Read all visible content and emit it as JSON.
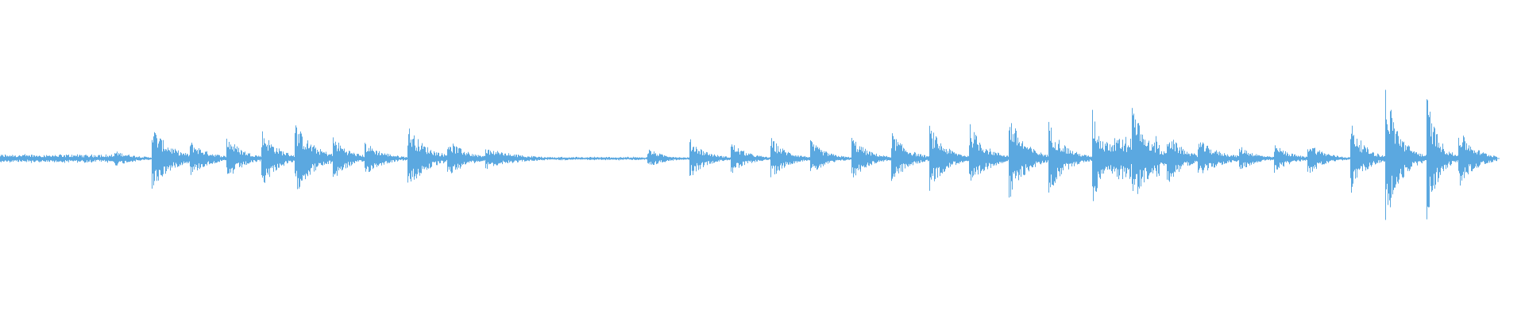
{
  "waveform": {
    "color": "#5ba8e0",
    "background": "#ffffff",
    "duration_fraction": 0.982,
    "floor": 0.008,
    "onsets": [
      {
        "t": 0.075,
        "a": 0.05,
        "d": 0.04
      },
      {
        "t": 0.099,
        "a": 0.22,
        "d": 0.035
      },
      {
        "t": 0.124,
        "a": 0.12,
        "d": 0.035
      },
      {
        "t": 0.148,
        "a": 0.16,
        "d": 0.03
      },
      {
        "t": 0.171,
        "a": 0.2,
        "d": 0.03
      },
      {
        "t": 0.193,
        "a": 0.24,
        "d": 0.035
      },
      {
        "t": 0.218,
        "a": 0.15,
        "d": 0.03
      },
      {
        "t": 0.239,
        "a": 0.11,
        "d": 0.035
      },
      {
        "t": 0.267,
        "a": 0.22,
        "d": 0.035
      },
      {
        "t": 0.293,
        "a": 0.13,
        "d": 0.035
      },
      {
        "t": 0.318,
        "a": 0.07,
        "d": 0.06
      },
      {
        "t": 0.424,
        "a": 0.07,
        "d": 0.03
      },
      {
        "t": 0.452,
        "a": 0.13,
        "d": 0.03
      },
      {
        "t": 0.479,
        "a": 0.11,
        "d": 0.03
      },
      {
        "t": 0.505,
        "a": 0.14,
        "d": 0.03
      },
      {
        "t": 0.531,
        "a": 0.12,
        "d": 0.03
      },
      {
        "t": 0.558,
        "a": 0.15,
        "d": 0.03
      },
      {
        "t": 0.584,
        "a": 0.18,
        "d": 0.03
      },
      {
        "t": 0.609,
        "a": 0.22,
        "d": 0.03
      },
      {
        "t": 0.635,
        "a": 0.24,
        "d": 0.03
      },
      {
        "t": 0.661,
        "a": 0.3,
        "d": 0.03
      },
      {
        "t": 0.687,
        "a": 0.25,
        "d": 0.03
      },
      {
        "t": 0.716,
        "a": 0.32,
        "d": 0.02
      },
      {
        "t": 0.742,
        "a": 0.34,
        "d": 0.03
      },
      {
        "t": 0.765,
        "a": 0.18,
        "d": 0.03
      },
      {
        "t": 0.785,
        "a": 0.13,
        "d": 0.04
      },
      {
        "t": 0.812,
        "a": 0.09,
        "d": 0.03
      },
      {
        "t": 0.835,
        "a": 0.1,
        "d": 0.03
      },
      {
        "t": 0.857,
        "a": 0.12,
        "d": 0.03
      },
      {
        "t": 0.885,
        "a": 0.26,
        "d": 0.025
      },
      {
        "t": 0.908,
        "a": 0.5,
        "d": 0.025
      },
      {
        "t": 0.935,
        "a": 0.45,
        "d": 0.02
      },
      {
        "t": 0.956,
        "a": 0.2,
        "d": 0.03
      }
    ],
    "bursts": [
      {
        "start": 0.0,
        "end": 0.075,
        "a": 0.03
      },
      {
        "start": 0.3,
        "end": 0.424,
        "a": 0.012
      },
      {
        "start": 0.724,
        "end": 0.76,
        "a": 0.15
      }
    ]
  }
}
